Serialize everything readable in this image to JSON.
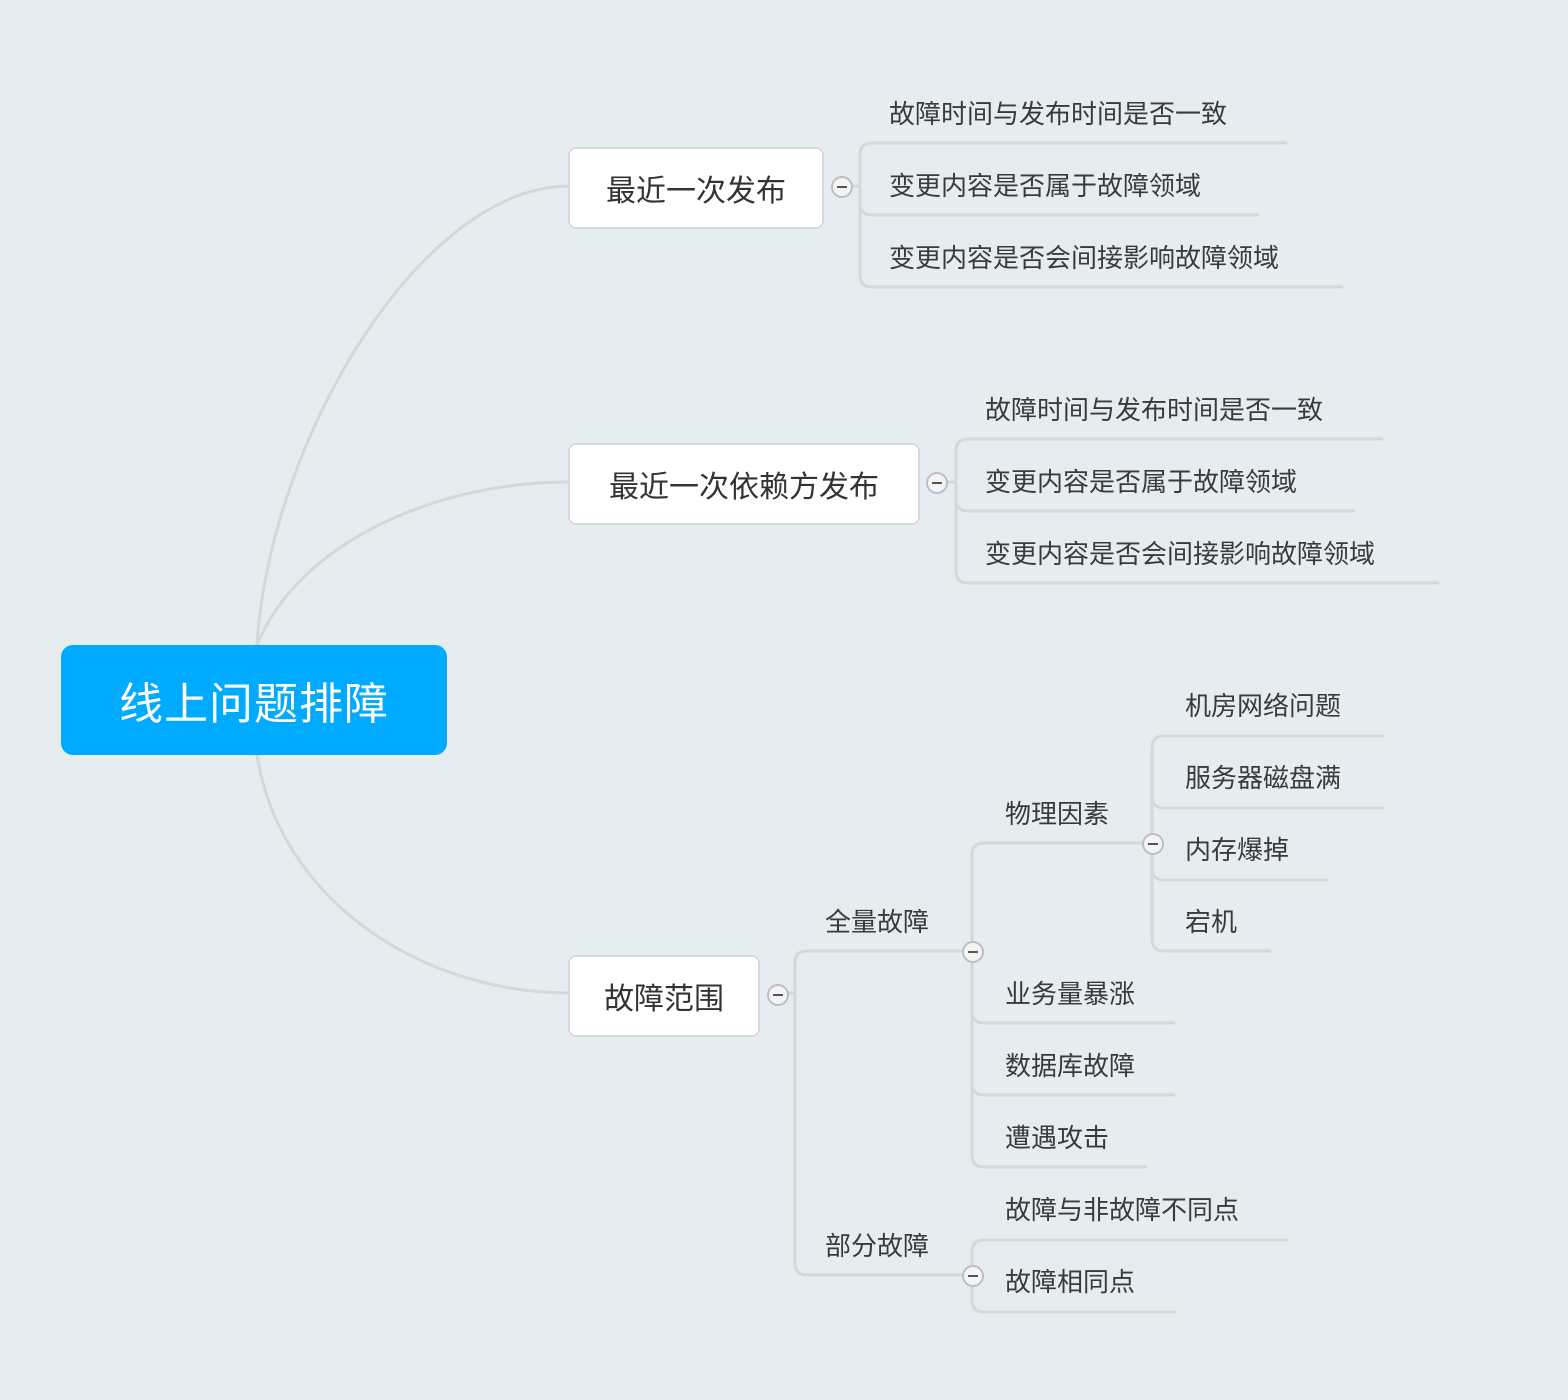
{
  "root": {
    "label": "线上问题排障"
  },
  "branches": [
    {
      "label": "最近一次发布",
      "children": [
        "故障时间与发布时间是否一致",
        "变更内容是否属于故障领域",
        "变更内容是否会间接影响故障领域"
      ]
    },
    {
      "label": "最近一次依赖方发布",
      "children": [
        "故障时间与发布时间是否一致",
        "变更内容是否属于故障领域",
        "变更内容是否会间接影响故障领域"
      ]
    },
    {
      "label": "故障范围",
      "children": [
        {
          "label": "全量故障",
          "children": [
            {
              "label": "物理因素",
              "children": [
                "机房网络问题",
                "服务器磁盘满",
                "内存爆掉",
                "宕机"
              ]
            },
            {
              "label": "业务量暴涨"
            },
            {
              "label": "数据库故障"
            },
            {
              "label": "遭遇攻击"
            }
          ]
        },
        {
          "label": "部分故障",
          "children": [
            "故障与非故障不同点",
            "故障相同点"
          ]
        }
      ]
    }
  ]
}
